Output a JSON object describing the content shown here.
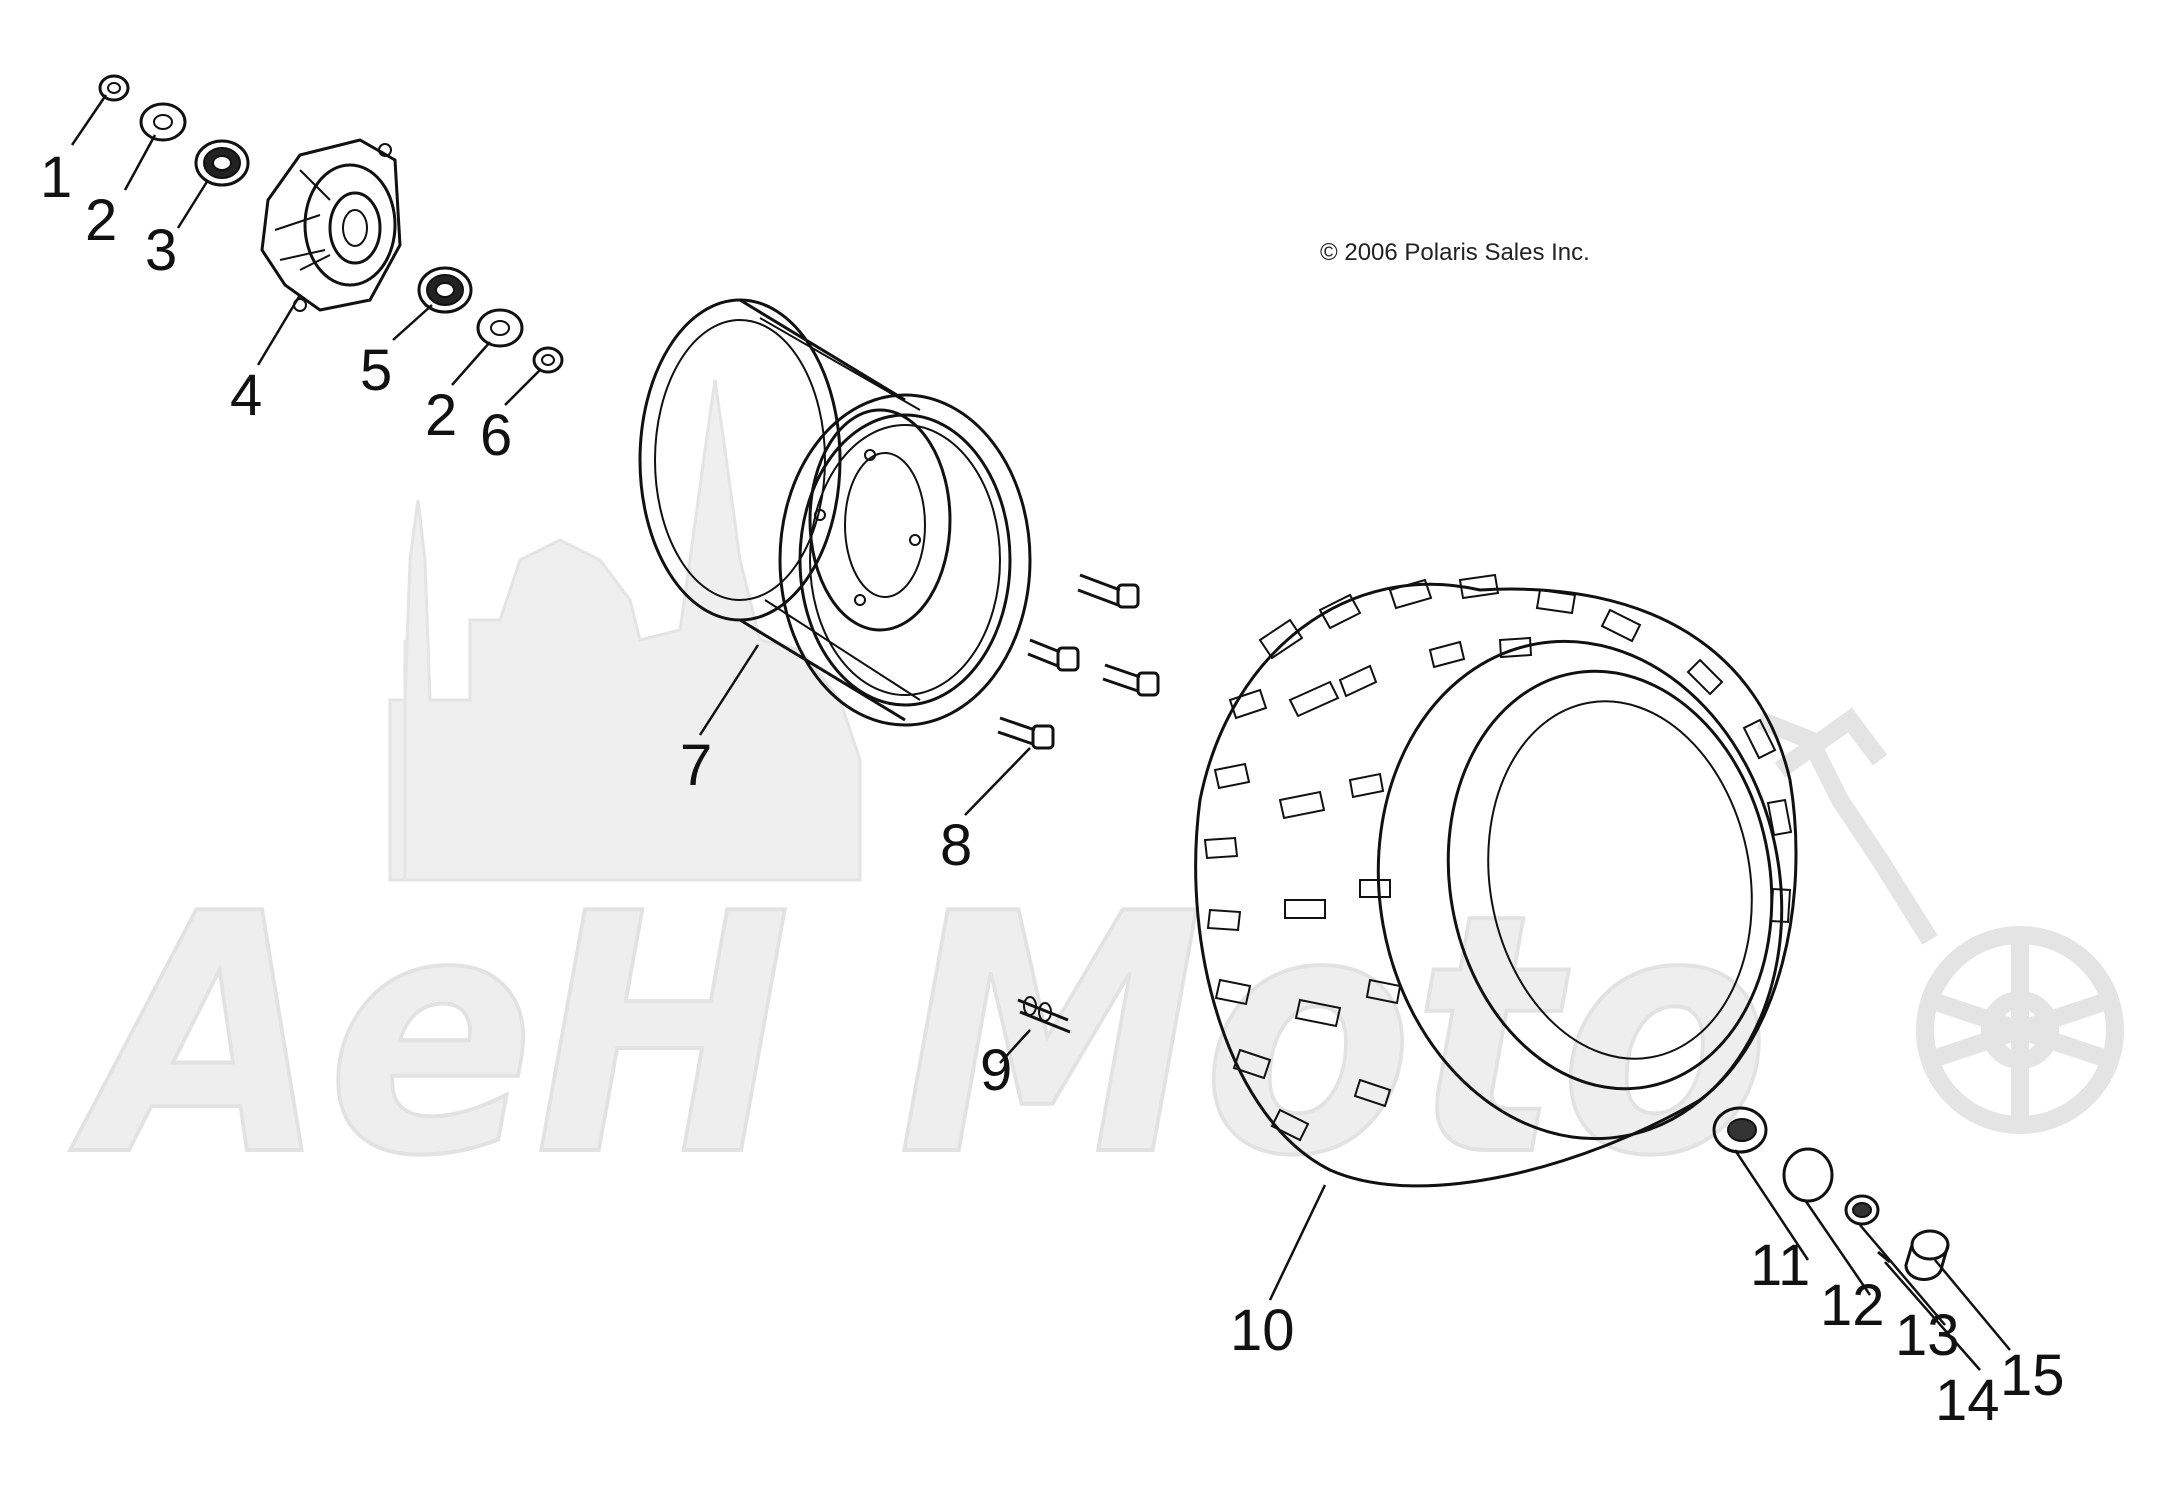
{
  "copyright": "© 2006 Polaris Sales Inc.",
  "watermark_text": "AeH Moto",
  "callouts": [
    "1",
    "2",
    "3",
    "4",
    "5",
    "2",
    "6",
    "7",
    "8",
    "9",
    "10",
    "11",
    "12",
    "13",
    "14",
    "15"
  ],
  "colors": {
    "line": "#111111",
    "watermark": "#e6e6e6",
    "background": "#ffffff"
  }
}
